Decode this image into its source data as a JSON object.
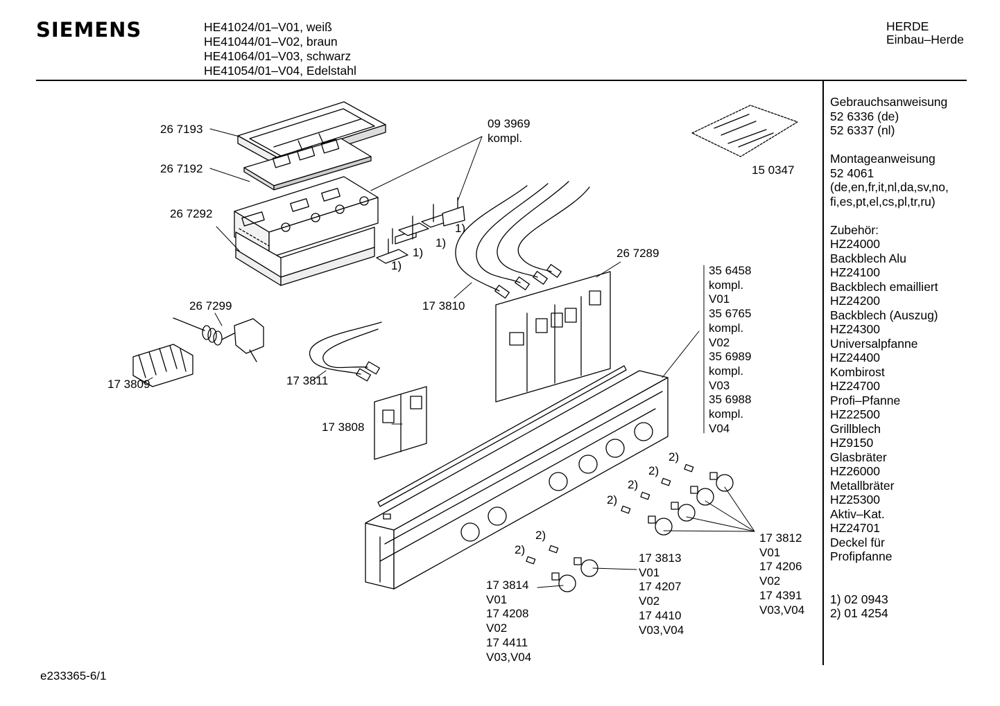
{
  "header": {
    "brand": "SIEMENS",
    "models": [
      "HE41024/01–V01, weiß",
      "HE41044/01–V02, braun",
      "HE41064/01–V03, schwarz",
      "HE41054/01–V04, Edelstahl"
    ],
    "category": [
      "HERDE",
      "Einbau–Herde"
    ]
  },
  "sidebar": {
    "blocks": [
      [
        "Gebrauchsanweisung",
        "52 6336 (de)",
        "52 6337 (nl)"
      ],
      [
        "Montageanweisung",
        "52 4061",
        "(de,en,fr,it,nl,da,sv,no,",
        "fi,es,pt,el,cs,pl,tr,ru)"
      ],
      [
        "Zubehör:",
        "HZ24000",
        "Backblech Alu",
        "HZ24100",
        "Backblech emailliert",
        "HZ24200",
        "Backblech (Auszug)",
        "HZ24300",
        "Universalpfanne",
        "HZ24400",
        "Kombirost",
        "HZ24700",
        "Profi–Pfanne",
        "HZ22500",
        "Grillblech",
        "HZ9150",
        "Glasbräter",
        "HZ26000",
        "Metallbräter",
        "HZ25300",
        "Aktiv–Kat.",
        "HZ24701",
        "Deckel für",
        "Profipfanne"
      ],
      [
        "1)  02 0943",
        "2)  01 4254"
      ]
    ]
  },
  "parts": {
    "p267193": "26 7193",
    "p267192": "26 7192",
    "p267292": "26 7292",
    "p267299": "26 7299",
    "p173809": "17 3809",
    "p093969": [
      "09 3969",
      "kompl."
    ],
    "p150347": "15 0347",
    "p173810": "17 3810",
    "p267289": "26 7289",
    "p173811": "17 3811",
    "p173808": "17 3808",
    "panel": [
      "35 6458",
      "kompl.",
      "V01",
      "35 6765",
      "kompl.",
      "V02",
      "35 6989",
      "kompl.",
      "V03",
      "35 6988",
      "kompl.",
      "V04"
    ],
    "knob_right": [
      "17 3812",
      "V01",
      "17 4206",
      "V02",
      "17 4391",
      "V03,V04"
    ],
    "knob_mid": [
      "17 3813",
      "V01",
      "17 4207",
      "V02",
      "17 4410",
      "V03,V04"
    ],
    "knob_left": [
      "17 3814",
      "V01",
      "17 4208",
      "V02",
      "17 4411",
      "V03,V04"
    ],
    "note1": "1)",
    "note2": "2)"
  },
  "footer": {
    "code": "e233365-6/1"
  }
}
